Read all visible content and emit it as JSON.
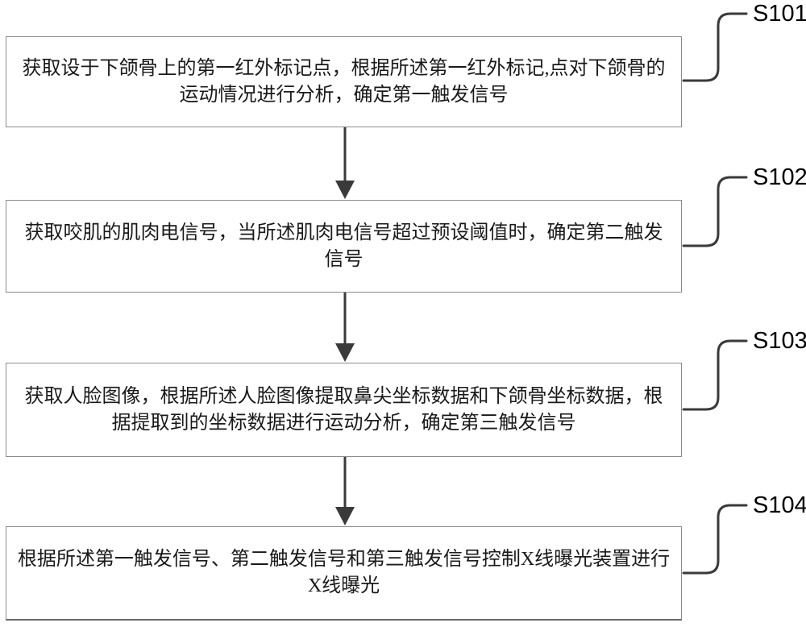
{
  "figure": {
    "type": "flowchart",
    "title": "",
    "colors": {
      "background": "#ffffff",
      "box_border": "#8c8c8c",
      "line": "#3a3a3a",
      "text": "#1a1a1a",
      "label_text": "#000000"
    },
    "boxes": [
      {
        "id": "step-1",
        "label": "S101",
        "lines": [
          "获取设于下颌骨上的第一红外标记点，根据所述第一红外标记,点对下颌骨的",
          "运动情况进行分析，确定第一触发信号"
        ]
      },
      {
        "id": "step-2",
        "label": "S102",
        "lines": [
          "获取咬肌的肌肉电信号，当所述肌肉电信号超过预设阈值时，确定第二触发",
          "信号"
        ]
      },
      {
        "id": "step-3",
        "label": "S103",
        "lines": [
          "获取人脸图像，根据所述人脸图像提取鼻尖坐标数据和下颌骨坐标数据，根",
          "据提取到的坐标数据进行运动分析，确定第三触发信号"
        ]
      },
      {
        "id": "step-4",
        "label": "S104",
        "lines": [
          "根据所述第一触发信号、第二触发信号和第三触发信号控制X线曝光装置进行",
          "X线曝光"
        ]
      }
    ],
    "connections": [
      {
        "from": "step-1",
        "to": "step-2",
        "type": "arrow-down"
      },
      {
        "from": "step-2",
        "to": "step-3",
        "type": "arrow-down"
      },
      {
        "from": "step-3",
        "to": "step-4",
        "type": "arrow-down"
      }
    ]
  }
}
